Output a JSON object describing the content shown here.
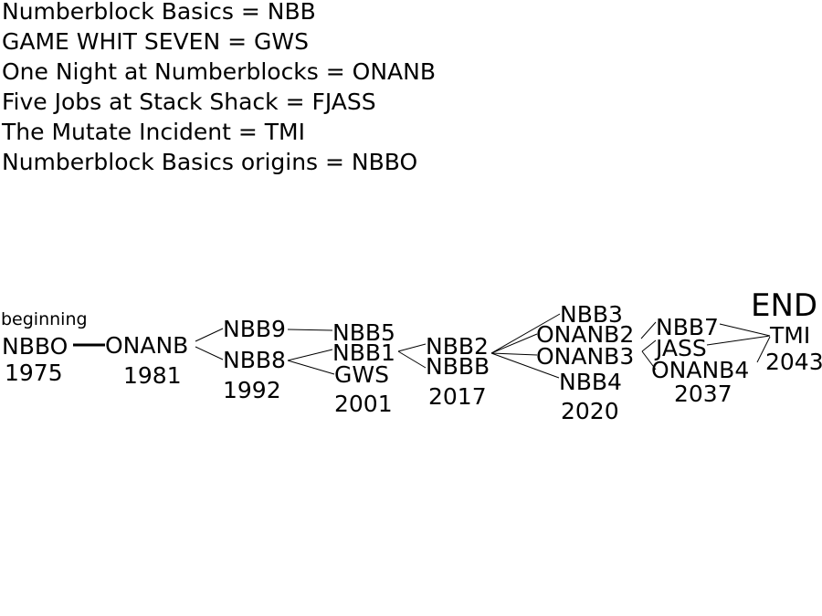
{
  "legend": [
    "Numberblock Basics = NBB",
    "GAME WHIT SEVEN = GWS",
    "One Night at Numberblocks = ONANB",
    "Five Jobs at Stack Shack = FJASS",
    "The Mutate Incident = TMI",
    "Numberblock Basics origins = NBBO"
  ],
  "timeline": {
    "start_label": "beginning",
    "end_label": "END",
    "nodes": {
      "nbbo": "NBBO",
      "onanb": "ONANB",
      "nbb9": "NBB9",
      "nbb8": "NBB8",
      "nbb5": "NBB5",
      "nbb1": "NBB1",
      "gws": "GWS",
      "nbb2": "NBB2",
      "nbbb": "NBBB",
      "nbb3": "NBB3",
      "onanb2": "ONANB2",
      "onanb3": "ONANB3",
      "nbb4": "NBB4",
      "nbb7": "NBB7",
      "jass": "JASS",
      "onanb4": "ONANB4",
      "tmi": "TMI"
    },
    "years": {
      "y1975": "1975",
      "y1981": "1981",
      "y1992": "1992",
      "y2001": "2001",
      "y2017": "2017",
      "y2020": "2020",
      "y2037": "2037",
      "y2043": "2043"
    }
  }
}
